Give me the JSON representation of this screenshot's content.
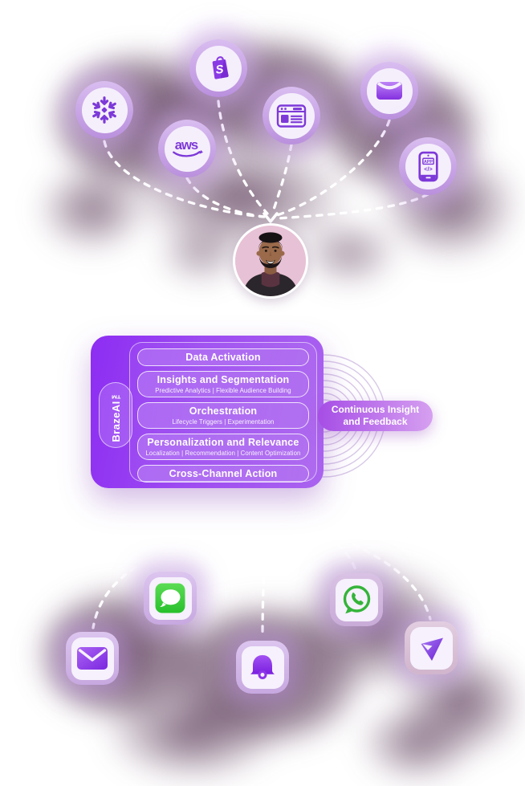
{
  "diagram_title": "Braze AI flow diagram",
  "sources": {
    "items": [
      {
        "id": "snowflake",
        "label": "Snowflake"
      },
      {
        "id": "shopify",
        "label": "Shopify",
        "letter": "S"
      },
      {
        "id": "aws",
        "label": "AWS",
        "text": "aws"
      },
      {
        "id": "web-browser",
        "label": "Web Browser"
      },
      {
        "id": "email",
        "label": "Email"
      },
      {
        "id": "mobile-app",
        "label": "Mobile App",
        "badge": "APP",
        "code": "</>"
      }
    ]
  },
  "braze": {
    "sidebar_label": "BrazeAI™",
    "rows": [
      {
        "title": "Data Activation",
        "subtitle": ""
      },
      {
        "title": "Insights and Segmentation",
        "subtitle": "Predictive Analytics | Flexible Audience Building"
      },
      {
        "title": "Orchestration",
        "subtitle": "Lifecycle Triggers | Experimentation"
      },
      {
        "title": "Personalization and Relevance",
        "subtitle": "Localization | Recommendation | Content Optimization"
      },
      {
        "title": "Cross-Channel Action",
        "subtitle": ""
      }
    ]
  },
  "feedback": {
    "line1": "Continuous Insight",
    "line2": "and Feedback"
  },
  "channels": {
    "items": [
      {
        "id": "sms-imessage",
        "label": "SMS / iMessage"
      },
      {
        "id": "email",
        "label": "Email"
      },
      {
        "id": "push-notification",
        "label": "Push Notification"
      },
      {
        "id": "whatsapp",
        "label": "WhatsApp"
      },
      {
        "id": "paper-plane",
        "label": "In-App Message"
      }
    ]
  },
  "colors": {
    "accent_purple": "#8d2df2",
    "light_lavender": "#f5effc",
    "ring_lavender": "#c9a6e6",
    "blob_mauve": "#5b3a58",
    "imessage_green": "#3ecb3a",
    "whatsapp_green": "#35b43a",
    "feedback_gradient_start": "#a64de6",
    "feedback_gradient_end": "#d6a0f0",
    "dash_white": "#ffffff"
  }
}
